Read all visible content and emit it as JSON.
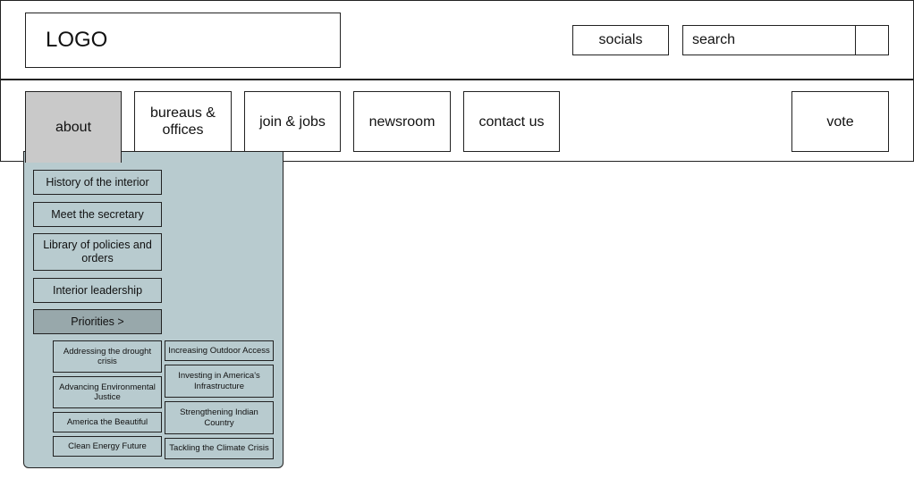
{
  "header": {
    "logo": "LOGO",
    "socials": "socials",
    "search_placeholder": "search"
  },
  "nav": {
    "about": "about",
    "bureaus": "bureaus & offices",
    "join": "join & jobs",
    "newsroom": "newsroom",
    "contact": "contact us",
    "vote": "vote"
  },
  "dropdown": {
    "items": [
      "History of the interior",
      "Meet the secretary",
      "Library of policies and orders",
      "Interior leadership",
      "Priorities >"
    ],
    "priorities_left": [
      "Addressing the drought crisis",
      "Advancing Environmental Justice",
      "America the Beautiful",
      "Clean Energy Future"
    ],
    "priorities_right": [
      "Increasing Outdoor Access",
      "Investing in America's Infrastructure",
      "Strengthening Indian Country",
      "Tackling the Climate Crisis"
    ]
  },
  "colors": {
    "dropdown_bg": "#b8cbcf",
    "active_nav_bg": "#c9c9c9",
    "active_dropdown_item_bg": "#98a8ab"
  }
}
